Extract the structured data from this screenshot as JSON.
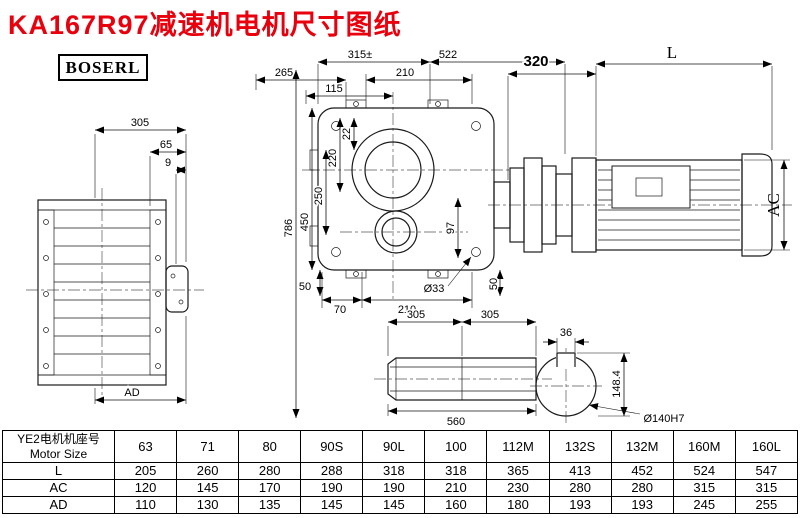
{
  "title": "KA167R97减速机电机尺寸图纸",
  "logo": "BOSERL",
  "dims": {
    "left_305": "305",
    "left_65": "65",
    "left_9": "9",
    "left_AD": "AD",
    "main_315": "315±",
    "main_522": "522",
    "main_265": "265",
    "main_210_top": "210",
    "main_115": "115",
    "main_22": "22",
    "main_220": "220",
    "main_250": "250",
    "main_450": "450",
    "main_786": "786",
    "main_97": "97",
    "main_50_left": "50",
    "main_70": "70",
    "main_210_bottom": "210",
    "main_d33": "Ø33",
    "main_50_right": "50",
    "motor_320": "320",
    "motor_L": "L",
    "motor_AC": "AC",
    "shaft_305_a": "305",
    "shaft_305_b": "305",
    "shaft_560": "560",
    "bore_36": "36",
    "bore_148": "148.4",
    "bore_d140": "Ø140H7"
  },
  "table": {
    "header_cn": "YE2电机机座号",
    "header_en": "Motor Size",
    "sizes": [
      "63",
      "71",
      "80",
      "90S",
      "90L",
      "100",
      "112M",
      "132S",
      "132M",
      "160M",
      "160L"
    ],
    "rows": [
      {
        "label": "L",
        "values": [
          "205",
          "260",
          "280",
          "288",
          "318",
          "318",
          "365",
          "413",
          "452",
          "524",
          "547"
        ]
      },
      {
        "label": "AC",
        "values": [
          "120",
          "145",
          "170",
          "190",
          "190",
          "210",
          "230",
          "280",
          "280",
          "315",
          "315"
        ]
      },
      {
        "label": "AD",
        "values": [
          "110",
          "130",
          "135",
          "145",
          "145",
          "160",
          "180",
          "193",
          "193",
          "245",
          "255"
        ]
      }
    ]
  }
}
